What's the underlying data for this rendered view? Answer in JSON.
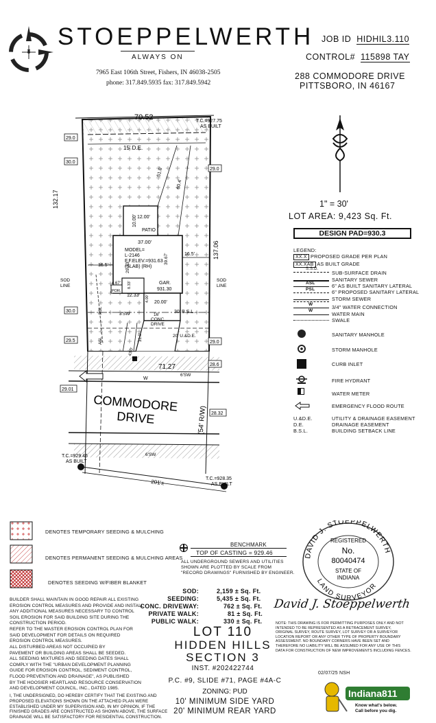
{
  "company": {
    "name": "STOEPPELWERTH",
    "tagline": "ALWAYS ON",
    "address": "7965 East 106th Street, Fishers, IN 46038-2505",
    "contact": "phone: 317.849.5935  fax: 317.849.5942"
  },
  "job": {
    "job_id_label": "JOB ID",
    "job_id": "HIDHIL3.110",
    "control_label": "CONTROL#",
    "control": "115898 TAY"
  },
  "site": {
    "street": "288 COMMODORE DRIVE",
    "city": "PITTSBORO, IN 46167",
    "scale": "1\" = 30'",
    "lot_area": "LOT AREA: 9,423  Sq. Ft.",
    "design_pad": "DESIGN PAD=930.3"
  },
  "plot": {
    "top_dim": "70.52",
    "tc_top": "T.C.=927.75",
    "tc_top_sub": "AS BUILT",
    "front_dim": "71.27",
    "left_dim": "132.17",
    "right_dim": "137.06",
    "setback_de": "15' D.E.",
    "dim_51": "51.6'",
    "dim_60": "60.4'",
    "patio": "PATIO",
    "patio_w": "12.00'",
    "patio_h": "10.00'",
    "house_w": "37.00'",
    "model": "MODEL=",
    "model_no": "L-2146",
    "ff_elev": "F.F.ELEV.=931.63",
    "slab": "(SLAB) (RH)",
    "house_h": "39.67'",
    "house_left_h": "29.33'",
    "side_left": "16.5'",
    "side_right": "16.5'",
    "gar": "GAR.",
    "gar_elev": "931.30",
    "gar_w": "20.00'",
    "gar_offset": "12.33'",
    "small_467": "4.67'",
    "small_833": "8.33'",
    "small_400": "4.00'",
    "porch": "POR.",
    "sod_left": "SOD",
    "sod_left2": "LINE",
    "sod_right": "SOD",
    "sod_right2": "LINE",
    "bsl": "30' B.S.L.",
    "ude": "20' U.&D.E.",
    "conc": "16'",
    "conc2": "CONC.",
    "conc3": "DRIVE",
    "sw3": "3'SW",
    "sw6": "6'SW",
    "sw6b": "6'SW",
    "psl": "PSL",
    "asl": "ASL",
    "drive_31": "31.0'",
    "drive_43": "43.0'",
    "street_name": "COMMODORE",
    "street_name2": "DRIVE",
    "row": "(54' R/W)",
    "grade_300a": "29.0",
    "grade_300b": "30.0",
    "grade_290r": "29.0",
    "grade_300l": "30.0",
    "grade_295": "29.5",
    "grade_290r2": "29.0",
    "grade_286": "28.6",
    "grade_2901": "29.01",
    "grade_2832": "28.32",
    "tc_left": "T.C.=929.46",
    "tc_left_sub": "AS BUILT",
    "tc_right": "T.C.=928.35",
    "tc_right_sub": "AS BUILT",
    "dist_201": "201'±",
    "w": "W"
  },
  "legend": {
    "title": "LEGEND:",
    "items": [
      {
        "sym": "XX.X",
        "label": "PROPOSED GRADE PER PLAN"
      },
      {
        "sym": "XX.XAB",
        "label": "AS BUILT GRADE"
      },
      {
        "sym": "S.S.D.",
        "label": "SUB-SURFACE DRAIN"
      },
      {
        "sym": "",
        "label": "SANITARY SEWER"
      },
      {
        "sym": "ASL",
        "label": "6\" AS BUILT SANITARY LATERAL"
      },
      {
        "sym": "PSL",
        "label": "6\" PROPOSED SANITARY LATERAL"
      },
      {
        "sym": "",
        "label": "STORM SEWER"
      },
      {
        "sym": "W",
        "label": "3/4\" WATER CONNECTION"
      },
      {
        "sym": "W",
        "label": "WATER MAIN"
      },
      {
        "sym": "",
        "label": "SWALE"
      },
      {
        "sym": "",
        "label": "SANITARY MANHOLE"
      },
      {
        "sym": "",
        "label": "STORM MANHOLE"
      },
      {
        "sym": "",
        "label": "CURB INLET"
      },
      {
        "sym": "",
        "label": "FIRE HYDRANT"
      },
      {
        "sym": "",
        "label": "WATER METER"
      },
      {
        "sym": "",
        "label": "EMERGENCY FLOOD ROUTE"
      },
      {
        "sym": "U.&D.E.",
        "label": "UTILITY & DRAINAGE EASEMENT"
      },
      {
        "sym": "D.E.",
        "label": "DRAINAGE EASEMENT"
      },
      {
        "sym": "B.S.L.",
        "label": "BUILDING SETBACK LINE"
      }
    ]
  },
  "seeding": {
    "temp": "DENOTES TEMPORARY SEEDING & MULCHING",
    "perm": "DENOTES PERMANENT SEEDING & MULCHING AREAS",
    "blanket": "DENOTES SEEDING W/FIBER BLANKET"
  },
  "benchmark": {
    "title": "BENCHMARK",
    "value": "TOP OF CASTING = 929.46",
    "note1": "ALL UNDERGROUND SEWERS AND UTILITIES",
    "note2": "SHOWN ARE PLOTTED BY SCALE FROM",
    "note3": "\"RECORD DRAWINGS\" FURNISHED BY ENGINEER."
  },
  "quantities": [
    {
      "label": "SOD:",
      "value": "2,159 ± Sq. Ft."
    },
    {
      "label": "SEEDING:",
      "value": "5,435 ± Sq. Ft."
    },
    {
      "label": "CONC. DRIVEWAY:",
      "value": "762 ± Sq. Ft."
    },
    {
      "label": "PRIVATE WALK:",
      "value": "81 ± Sq. Ft."
    },
    {
      "label": "PUBLIC WALK:",
      "value": "330 ± Sq. Ft."
    }
  ],
  "lot": {
    "lot": "LOT 110",
    "sub": "HIDDEN HILLS",
    "section": "SECTION 3",
    "inst": "INST. #202422744",
    "pc": "P.C. #9, SLIDE #71, PAGE #4A-C",
    "zoning": "ZONING: PUD",
    "side": "10' MINIMUM SIDE YARD",
    "rear": "20' MINIMUM REAR YARD"
  },
  "notes": {
    "builder": [
      "BUILDER SHALL MAINTAIN IN GOOD REPAIR ALL EXISTING",
      "EROSION CONTROL MEASURES AND PROVIDE AND INSTALL",
      "ANY ADDITIONAL MEASURES NECESSARY TO CONTROL",
      "SOIL EROSION FOR SAID BUILDING SITE DURING THE",
      "CONSTRUCTION PERIOD.",
      "REFER TO THE MASTER EROSION CONTROL PLAN FOR",
      "SAID DEVELOPMENT FOR DETAILS ON REQUIRED",
      "EROSION CONTROL MEASURES."
    ],
    "disturbed": [
      "ALL DISTURBED AREAS NOT OCCUPIED BY",
      "PAVEMENT OR BUILDING AREAS SHALL BE SEEDED.",
      "ALL SEEDING MIXTURES AND SEEDING DATES SHALL",
      "COMPLY WITH THE \"URBAN DEVELOPMENT PLANNING",
      "GUIDE FOR EROSION CONTROL, SEDIMENT CONTROL,",
      "FLOOD PREVENTION AND DRAINAGE\", AS PUBLISHED",
      "BY THE HOOSIER HEARTLAND RESOURCE CONSERVATION",
      "AND DEVELOPMENT COUNCIL, INC., DATED 1985."
    ],
    "certify": [
      "I, THE UNDERSIGNED, DO HEREBY CERTIFY THAT THE EXISTING AND",
      "PROPOSED ELEVATIONS SHOWN ON THE ATTACHED PLAN WERE",
      "ESTABLISHED UNDER MY SUPERVISION AND, IN MY OPINION, IF THE",
      "FINISHED GRADES ARE CONSTRUCTED AS SHOWN ABOVE, THE SURFACE",
      "DRAINAGE WILL BE SATISFACTORY FOR RESIDENTIAL CONSTRUCTION."
    ],
    "disclaimer": [
      "NOTE: THIS DRAWING IS FOR PERMITTING PURPOSES ONLY AND NOT",
      "INTENDED TO BE REPRESENTED AS A RETRACEMENT SURVEY,",
      "ORIGINAL SURVEY, ROUTE SURVEY, LOT SURVEY OR A SURVEYOR",
      "LOCATION REPORT OR ANY OTHER TYPE OF PROPERTY BOUNDARY",
      "ASSESSMENT. NO BOUNDARY CORNERS HAVE BEEN SET AND",
      "THEREFORE NO LIABILITY WILL BE ASSUMED FOR ANY USE OF THIS",
      "DATA FOR CONSTRUCTION OF NEW IMPROVEMENTS INCLUDING FENCES."
    ]
  },
  "seal": {
    "name": "DAVID J. STOEPPELWERTH",
    "registered": "REGISTERED",
    "no": "No.",
    "number": "80040474",
    "state": "STATE OF",
    "state2": "INDIANA",
    "bottom": "LAND SURVEYOR",
    "signature": "David J. Stoeppelwerth"
  },
  "footer": {
    "date": "02/07/25 NSH",
    "indiana811": "Indiana811",
    "indiana811_sub1": "Know what's below.",
    "indiana811_sub2": "Call before you dig."
  }
}
